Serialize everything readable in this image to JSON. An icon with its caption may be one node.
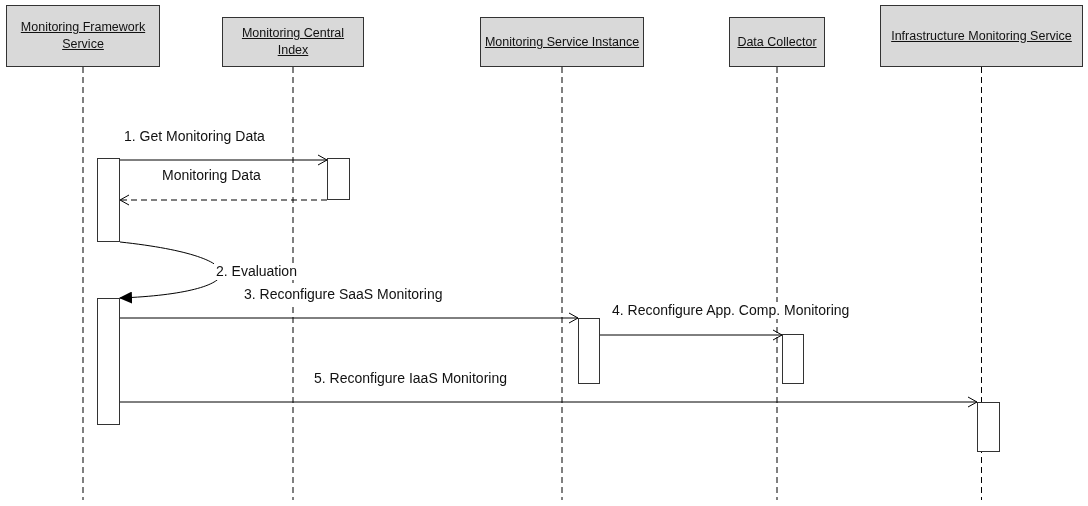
{
  "diagram": {
    "nodes": [
      {
        "text": [
          "Monitoring Framework Service"
        ]
      },
      {
        "text": [
          "Monitoring Central Index"
        ]
      },
      {
        "text": [
          "Monitoring Service Instance"
        ]
      },
      {
        "text": [
          "Data Collector"
        ]
      },
      {
        "text": [
          "Infrastructure Monitoring Service"
        ]
      },
      {
        "text": [],
        "shape": "bar"
      },
      {
        "text": [],
        "shape": "bar"
      },
      {
        "text": [],
        "shape": "bar"
      },
      {
        "text": [],
        "shape": "bar"
      },
      {
        "text": [],
        "shape": "bar"
      },
      {
        "text": [],
        "shape": "bar"
      }
    ],
    "edges": [
      {
        "from": 0,
        "to": null,
        "arrow": "none",
        "style": "dashed"
      },
      {
        "from": 1,
        "to": null,
        "arrow": "none",
        "style": "dashed"
      },
      {
        "from": 2,
        "to": null,
        "arrow": "none",
        "style": "dashed"
      },
      {
        "from": 3,
        "to": null,
        "arrow": "none",
        "style": "dashed"
      },
      {
        "from": 4,
        "to": null,
        "arrow": "none",
        "style": "dashed"
      },
      {
        "from": 5,
        "to": 6,
        "arrow": "to",
        "label": "1. Get Monitoring Data"
      },
      {
        "from": 6,
        "to": 5,
        "arrow": "to",
        "label": "Monitoring Data",
        "style": "dashed"
      },
      {
        "from": 5,
        "to": 7,
        "arrow": "to",
        "label": "2. Evaluation"
      },
      {
        "from": 7,
        "to": 8,
        "arrow": "to",
        "label": "3. Reconfigure SaaS Monitoring"
      },
      {
        "from": 8,
        "to": 9,
        "arrow": "to",
        "label": "4. Reconfigure App. Comp. Monitoring"
      },
      {
        "from": 7,
        "to": 10,
        "arrow": "to",
        "label": "5. Reconfigure IaaS Monitoring"
      }
    ]
  }
}
